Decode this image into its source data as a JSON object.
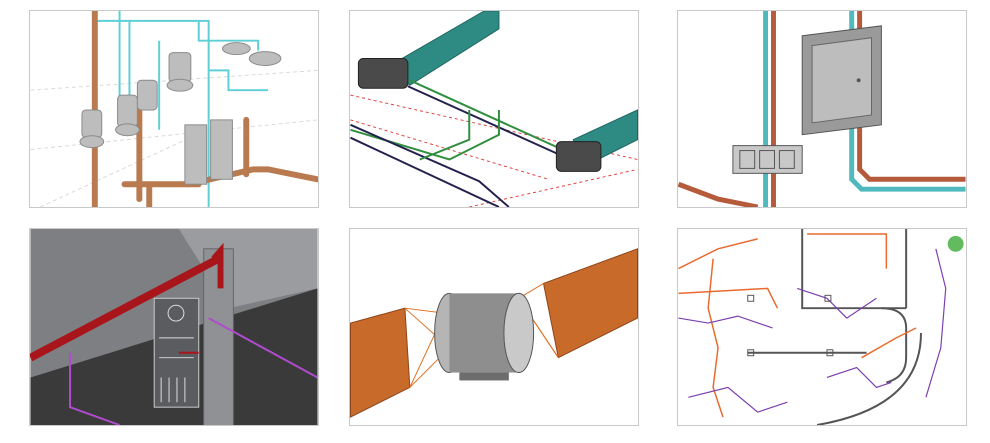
{
  "gallery": {
    "tiles": [
      {
        "subject": "plumbing-fixtures-and-pipes",
        "colors": {
          "pipe": "#b97a4f",
          "water": "#5fcfd6",
          "fixture": "#bdbdbd"
        }
      },
      {
        "subject": "ventilation-ducts-and-cables",
        "colors": {
          "duct": "#2e8b84",
          "cable_green": "#2f8f3f",
          "cable_dark": "#24204d",
          "guide": "#e04040"
        }
      },
      {
        "subject": "electrical-cabinet-and-sockets",
        "colors": {
          "cabinet": "#9a9a9a",
          "pipe_cyan": "#4fb9bd",
          "pipe_red": "#b55a3b"
        }
      },
      {
        "subject": "fire-pipe-and-panel-in-room",
        "colors": {
          "wall": "#7d7f82",
          "floor": "#3a3a3a",
          "pipe": "#a8161c",
          "cable": "#b04bd0"
        }
      },
      {
        "subject": "duct-fan-cylinder",
        "colors": {
          "duct": "#c86a2a",
          "fan": "#8e8e8e",
          "wire": "#e07020"
        }
      },
      {
        "subject": "floor-plan-wiring",
        "colors": {
          "orange": "#e86a2e",
          "purple": "#7b3fb0",
          "green": "#62bb5f",
          "wall": "#555555"
        }
      }
    ]
  }
}
